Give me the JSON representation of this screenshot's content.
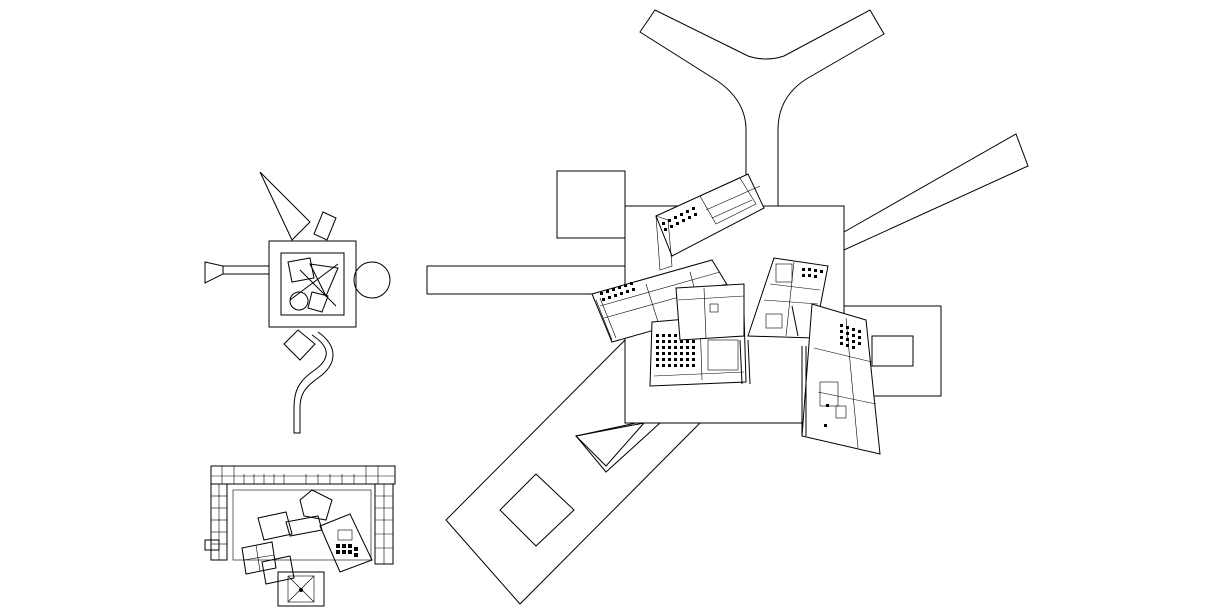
{
  "drawing": {
    "line_color": "#000000",
    "background_color": "#ffffff",
    "views": [
      "concept-diagram",
      "ground-floor-plan",
      "site-plan"
    ]
  }
}
